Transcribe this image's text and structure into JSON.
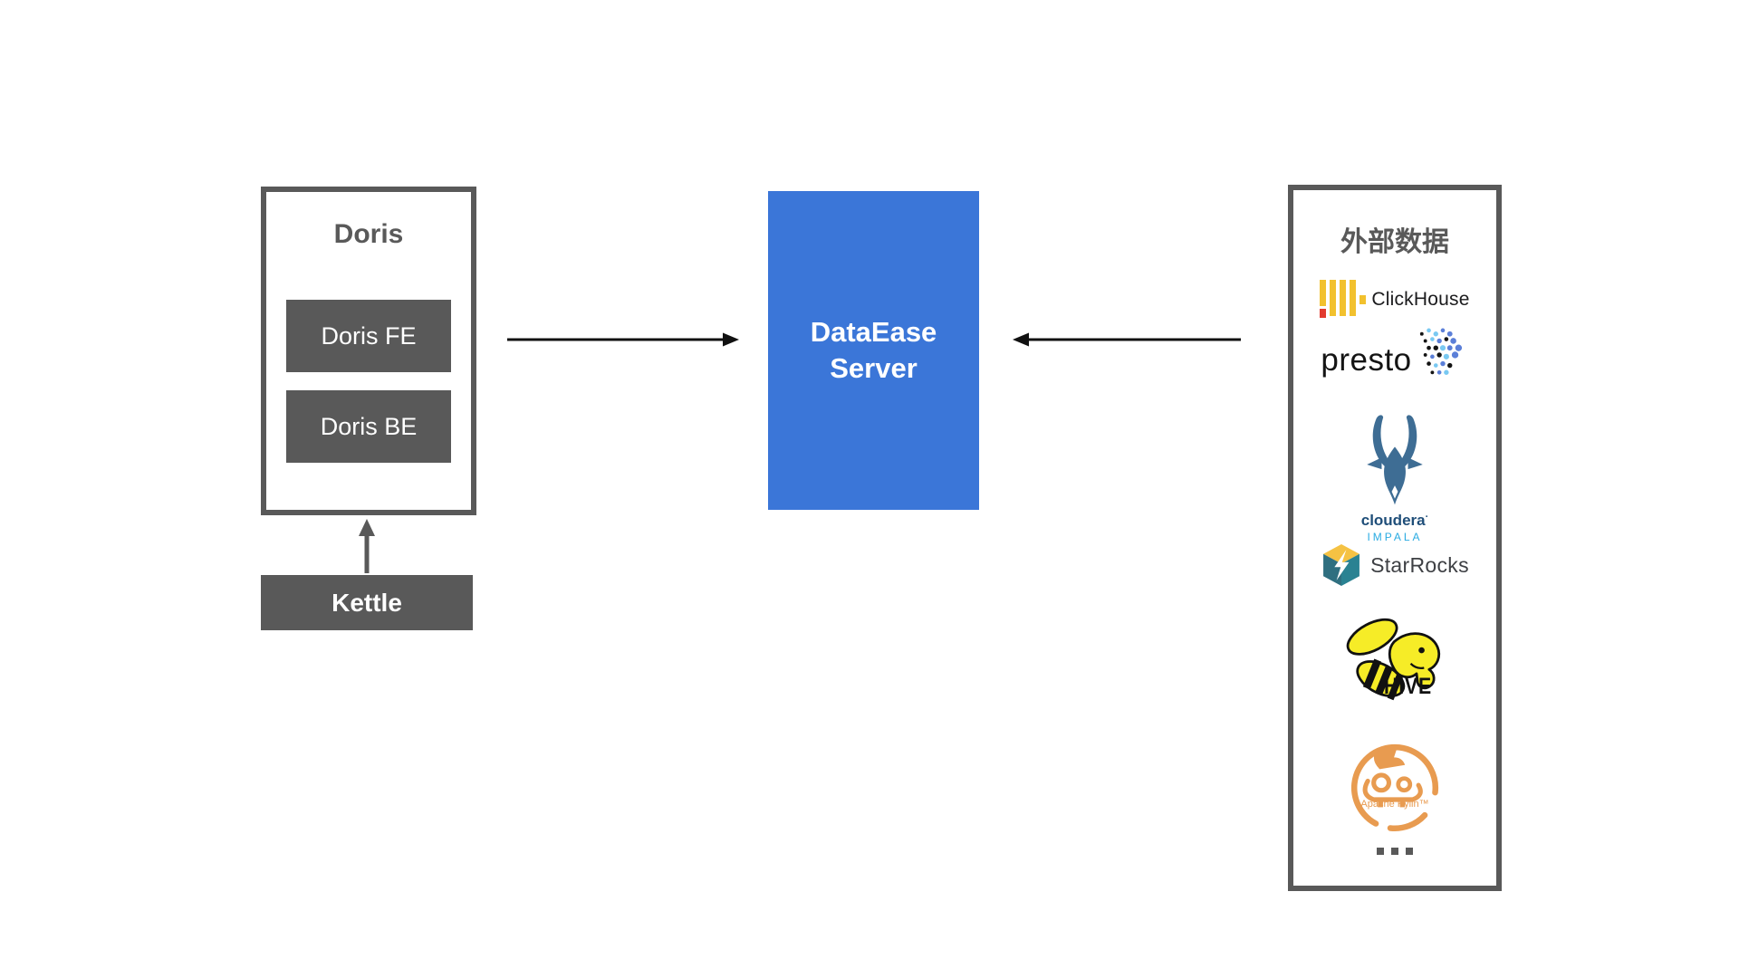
{
  "doris_group": {
    "title": "Doris",
    "nodes": [
      {
        "label": "Doris FE"
      },
      {
        "label": "Doris BE"
      }
    ]
  },
  "kettle": {
    "label": "Kettle"
  },
  "server": {
    "label_line1": "DataEase",
    "label_line2": "Server"
  },
  "external": {
    "title": "外部数据",
    "logos": [
      {
        "name": "clickhouse-logo",
        "label": "ClickHouse"
      },
      {
        "name": "presto-logo",
        "label": "presto"
      },
      {
        "name": "cloudera-impala-logo",
        "label": "cloudera",
        "sublabel": "IMPALA"
      },
      {
        "name": "starrocks-logo",
        "label": "StarRocks"
      },
      {
        "name": "hive-logo",
        "label": "HIVE"
      },
      {
        "name": "apache-kylin-logo",
        "label": "Apache Kylin™"
      }
    ],
    "more_label": "..."
  },
  "colors": {
    "gray": "#595959",
    "blue": "#3b76d8",
    "arrow": "#111111",
    "ch_yellow": "#f2c12e",
    "ch_red": "#e23b2f",
    "presto_blue": "#5b7fd8",
    "presto_light": "#79c9f2",
    "impala_blue": "#3e6d94",
    "cloudera_navy": "#1f4e79",
    "impala_cyan": "#29abe2",
    "sr_yellow": "#f5c243",
    "sr_teal_left": "#2f6f80",
    "sr_teal_right": "#2a8292",
    "hive_yellow": "#f6ec27",
    "kylin_orange": "#e89b50"
  }
}
